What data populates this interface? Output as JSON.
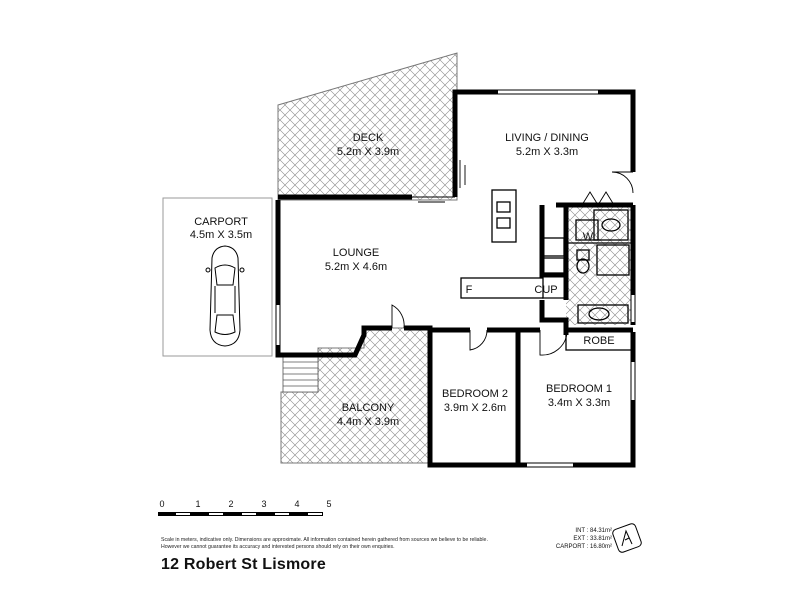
{
  "rooms": {
    "deck": {
      "name": "DECK",
      "size": "5.2m X 3.9m"
    },
    "living": {
      "name": "LIVING / DINING",
      "size": "5.2m X 3.3m"
    },
    "carport": {
      "name": "CARPORT",
      "size": "4.5m X 3.5m"
    },
    "lounge": {
      "name": "LOUNGE",
      "size": "5.2m X 4.6m"
    },
    "balcony": {
      "name": "BALCONY",
      "size": "4.4m X 3.9m"
    },
    "bedroom2": {
      "name": "BEDROOM 2",
      "size": "3.9m X 2.6m"
    },
    "bedroom1": {
      "name": "BEDROOM 1",
      "size": "3.4m X 3.3m"
    }
  },
  "fixtures": {
    "w": "W",
    "f": "F",
    "cup": "CUP",
    "robe": "ROBE"
  },
  "scale": {
    "ticks": [
      "0",
      "1",
      "2",
      "3",
      "4",
      "5"
    ]
  },
  "disclaimer": "Scale in meters, indicative only. Dimensions are approximate. All information contained herein gathered from sources we believe to be reliable. However we cannot guarantee its accuracy and interested persons should rely on their own enquiries.",
  "areas": {
    "int": "INT : 84.31m²",
    "ext": "EXT : 33.81m²",
    "carport": "CARPORT : 16.80m²"
  },
  "address": "12 Robert St Lismore",
  "icons": {
    "north": "north-arrow-icon",
    "car": "car-icon"
  }
}
